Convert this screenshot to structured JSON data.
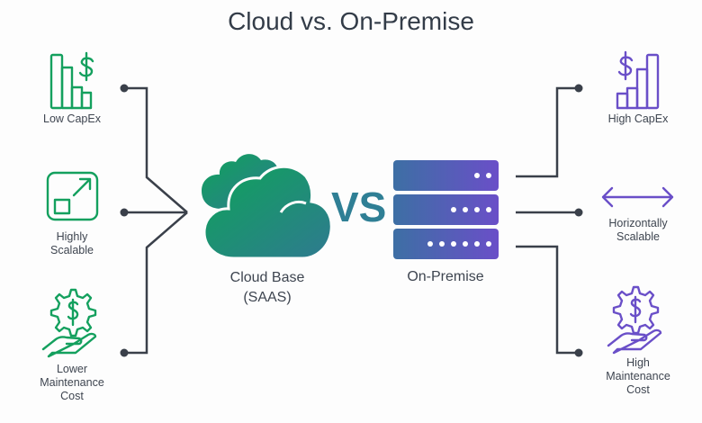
{
  "title": "Cloud vs. On-Premise",
  "colors": {
    "cloud_accent": "#14a05e",
    "premise_accent": "#6a4fc8",
    "connector": "#3a404a",
    "text": "#3e4550"
  },
  "center": {
    "cloud": {
      "label_line1": "Cloud Base",
      "label_line2": "(SAAS)",
      "icon": "cloud-icon"
    },
    "vs_label": "VS",
    "premise": {
      "label": "On-Premise",
      "icon": "server-rack-icon",
      "server_dots": [
        2,
        4,
        6
      ]
    }
  },
  "left": {
    "items": [
      {
        "lines": [
          "Low CapEx"
        ],
        "icon": "declining-bar-chart-dollar-icon"
      },
      {
        "lines": [
          "Highly",
          "Scalable"
        ],
        "icon": "expand-arrow-icon"
      },
      {
        "lines": [
          "Lower",
          "Maintenance",
          "Cost"
        ],
        "icon": "hand-gear-dollar-icon"
      }
    ]
  },
  "right": {
    "items": [
      {
        "lines": [
          "High CapEx"
        ],
        "icon": "rising-bar-chart-dollar-icon"
      },
      {
        "lines": [
          "Horizontally",
          "Scalable"
        ],
        "icon": "double-arrow-icon"
      },
      {
        "lines": [
          "High",
          "Maintenance",
          "Cost"
        ],
        "icon": "hand-gear-dollar-icon"
      }
    ]
  }
}
